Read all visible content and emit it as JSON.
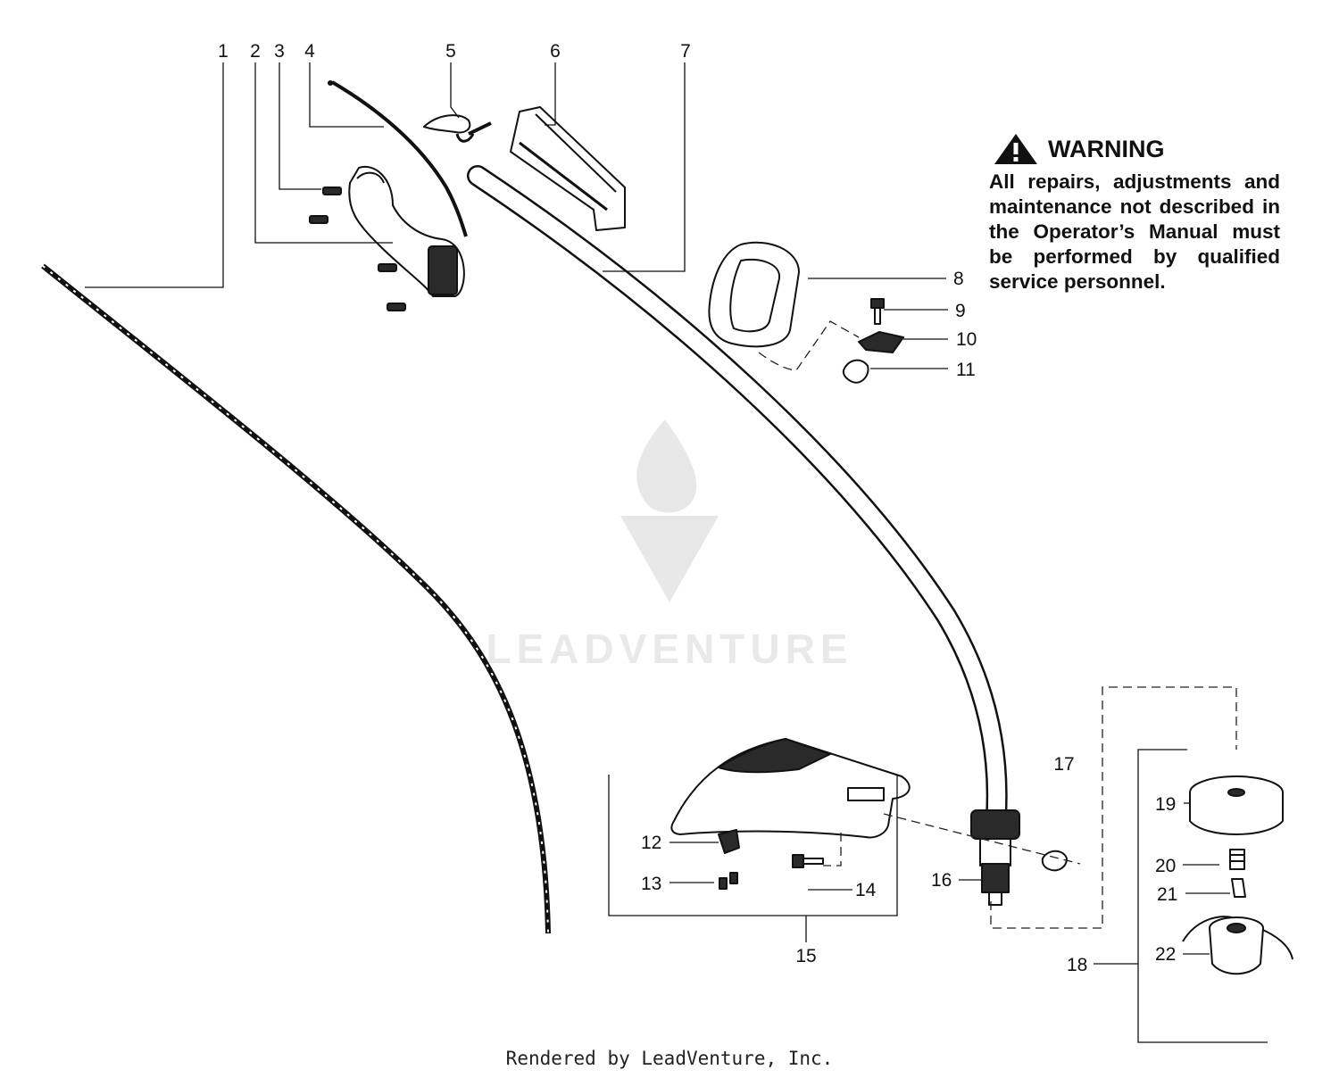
{
  "callouts": {
    "c1": "1",
    "c2": "2",
    "c3": "3",
    "c4": "4",
    "c5": "5",
    "c6": "6",
    "c7": "7",
    "c8": "8",
    "c9": "9",
    "c10": "10",
    "c11": "11",
    "c12": "12",
    "c13": "13",
    "c14": "14",
    "c15": "15",
    "c16": "16",
    "c17": "17",
    "c18": "18",
    "c19": "19",
    "c20": "20",
    "c21": "21",
    "c22": "22"
  },
  "warning": {
    "title": "WARNING",
    "text": "All repairs, adjustments and maintenance not described in the Operator’s Manual must be performed by qualified service personnel."
  },
  "watermark": {
    "text": "LEADVENTURE"
  },
  "footer": {
    "text": "Rendered by LeadVenture, Inc."
  }
}
